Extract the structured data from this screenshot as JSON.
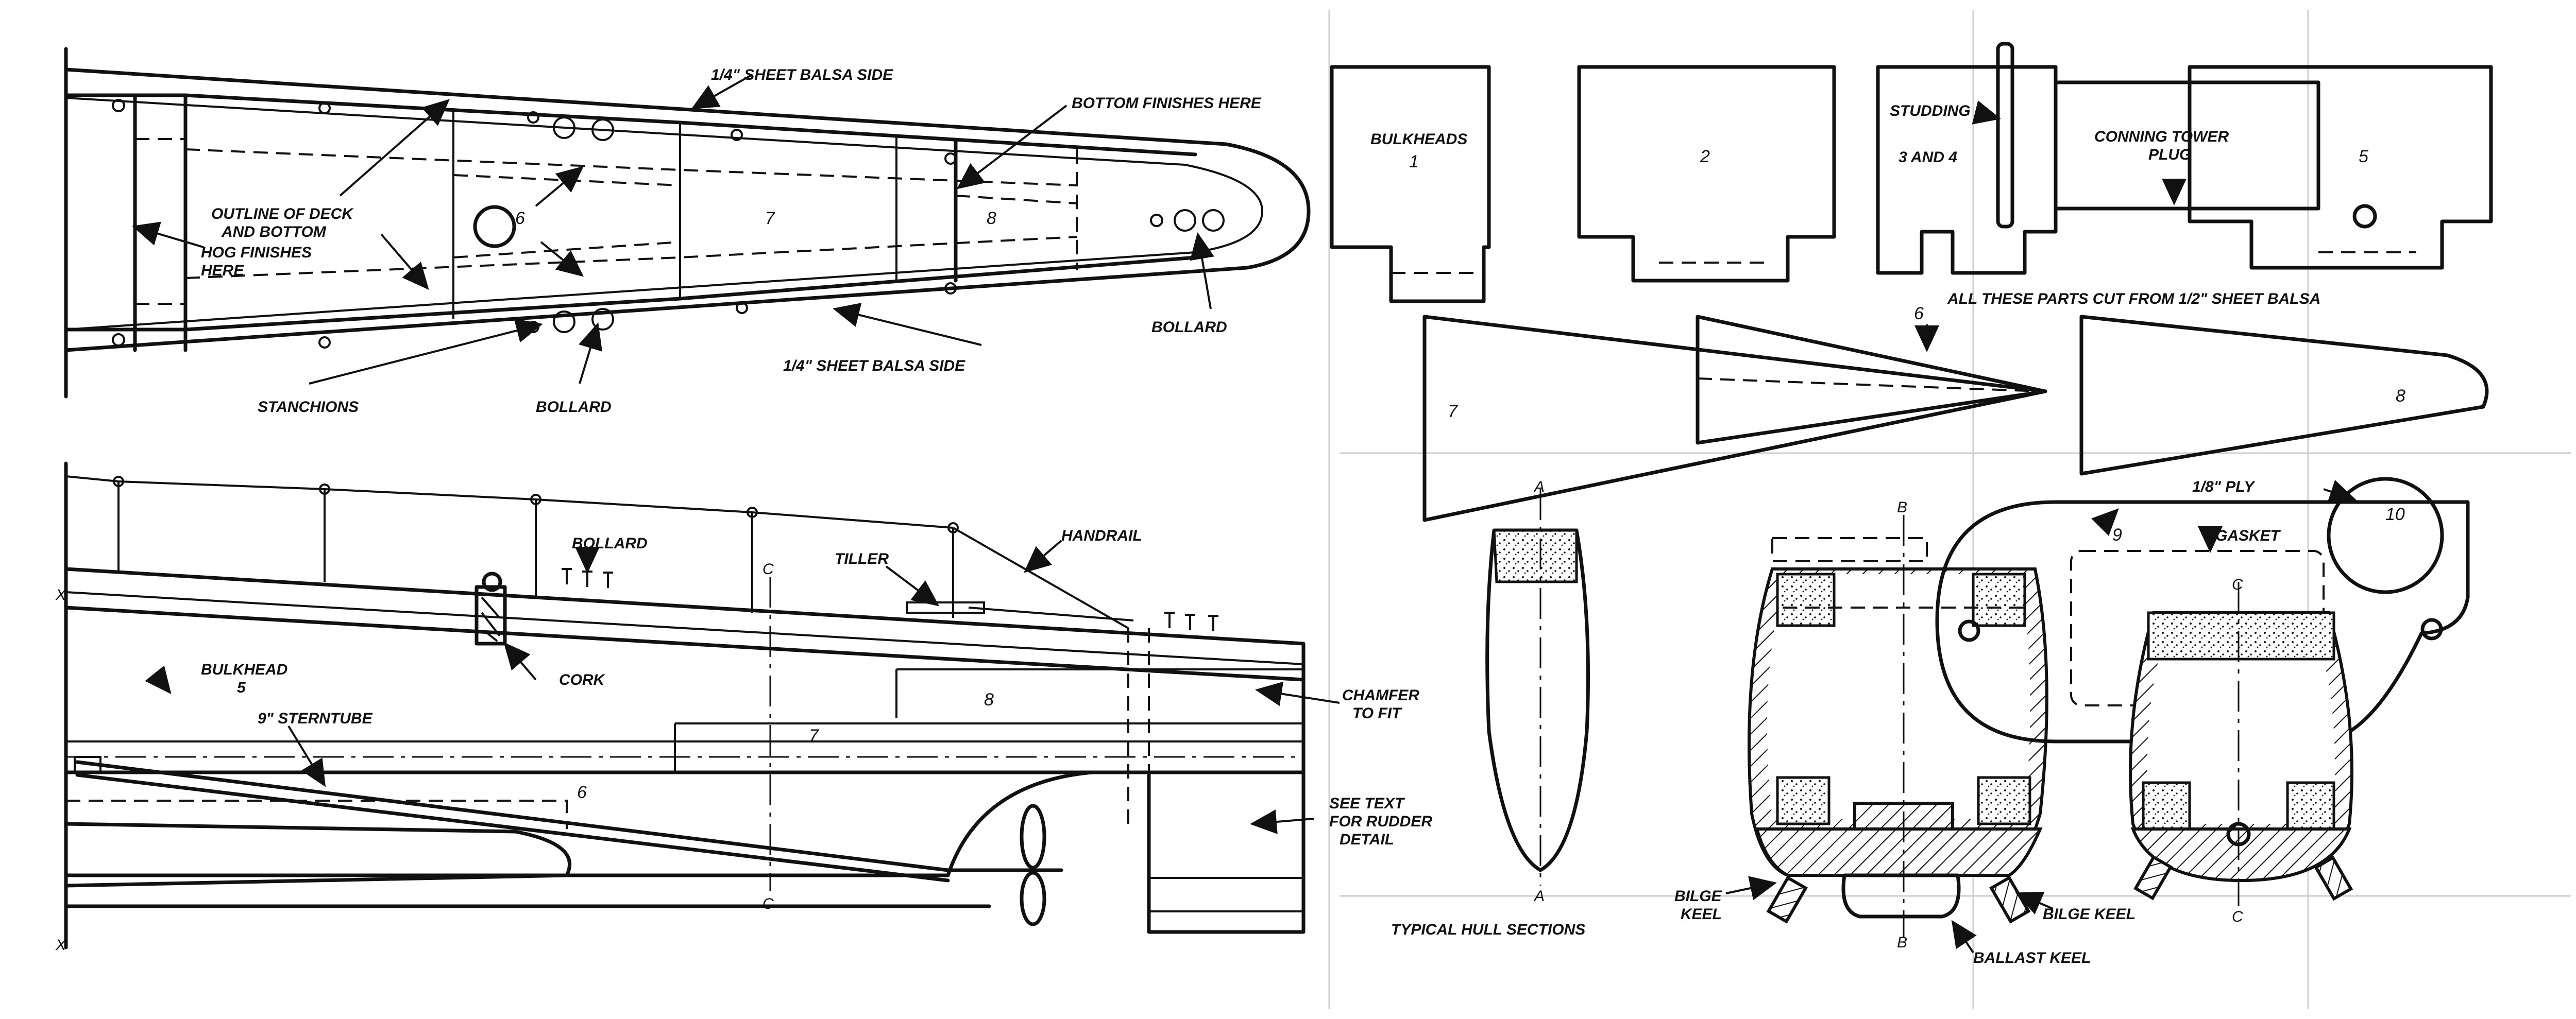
{
  "plan_view": {
    "labels": {
      "sheet_side_top": "1/4\" SHEET BALSA SIDE",
      "sheet_side_bottom": "1/4\" SHEET BALSA SIDE",
      "bottom_finishes": "BOTTOM FINISHES HERE",
      "outline_deck": "OUTLINE OF DECK",
      "and_bottom": "AND BOTTOM",
      "hog_finishes": "HOG FINISHES",
      "here": "HERE",
      "stanchions": "STANCHIONS",
      "bollard_lower": "BOLLARD",
      "bollard_right": "BOLLARD",
      "num_6": "6",
      "num_7": "7",
      "num_8": "8"
    }
  },
  "side_view": {
    "labels": {
      "bollard": "BOLLARD",
      "tiller": "TILLER",
      "handrail": "HANDRAIL",
      "bulkhead": "BULKHEAD",
      "bulkhead_num": "5",
      "sterntube": "9\" STERNTUBE",
      "cork": "CORK",
      "chamfer": "CHAMFER",
      "to_fit": "TO FIT",
      "see_text": "SEE TEXT",
      "for_rudder": "FOR RUDDER",
      "detail": "DETAIL",
      "num_6": "6",
      "num_7": "7",
      "num_8": "8",
      "x_top": "X",
      "x_bottom": "X",
      "c_top": "C",
      "c_bottom": "C"
    }
  },
  "parts": {
    "bulkheads": "BULKHEADS",
    "bh_1": "1",
    "bh_2": "2",
    "studding": "STUDDING",
    "bh_3_4": "3 AND 4",
    "conning_tower": "CONNING TOWER",
    "plug": "PLUG",
    "bh_5": "5",
    "all_parts_note": "ALL THESE PARTS CUT FROM 1/2\" SHEET BALSA",
    "part_6": "6",
    "part_7": "7",
    "part_8": "8"
  },
  "sections": {
    "typical_hull_sections": "TYPICAL HULL SECTIONS",
    "a_top": "A",
    "a_bottom": "A",
    "b_top": "B",
    "b_bottom": "B",
    "c_top": "C",
    "c_bottom": "C",
    "bilge_keel_left_1": "BILGE",
    "bilge_keel_left_2": "KEEL",
    "bilge_keel_right": "BILGE KEEL",
    "ballast_keel": "BALLAST KEEL",
    "ply": "1/8\" PLY",
    "gasket": "GASKET",
    "num_9": "9",
    "num_10": "10"
  }
}
